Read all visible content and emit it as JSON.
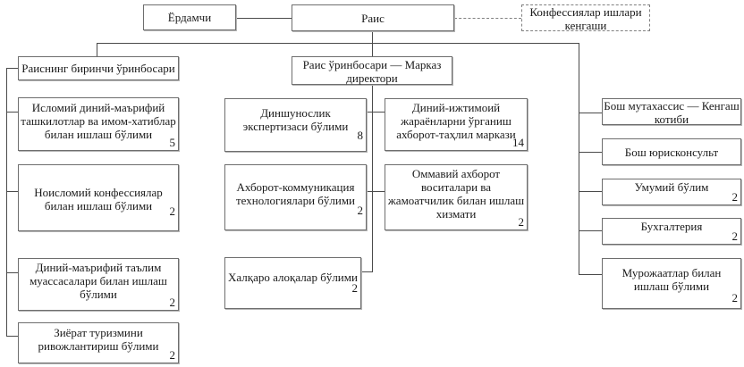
{
  "top": {
    "assistant": "Ёрдамчи",
    "chairman": "Раис",
    "council": "Конфессиялар ишлари\nкенгаши"
  },
  "deputies": {
    "first_deputy": "Раиснинг биринчи ўринбосари",
    "center_director": "Раис ўринбосари — Марказ\nдиректори"
  },
  "first_deputy_units": [
    {
      "name": "Исломий диний-маърифий\nташкилотлар ва имом-хатиблар\nбилан ишлаш бўлими",
      "staff": "5"
    },
    {
      "name": "Ноисломий конфессиялар\nбилан ишлаш бўлими",
      "staff": "2"
    },
    {
      "name": "Диний-маърифий таълим\nмуассасалари билан ишлаш\nбўлими",
      "staff": "2"
    },
    {
      "name": "Зиёрат туризмини\nривожлантириш бўлими",
      "staff": "2"
    }
  ],
  "center_units_left": [
    {
      "name": "Диншунослик\nэкспертизаси бўлими",
      "staff": "8"
    },
    {
      "name": "Ахборот-коммуникация\nтехнологиялари бўлими",
      "staff": "2"
    },
    {
      "name": "Халқаро алоқалар бўлими",
      "staff": "2"
    }
  ],
  "center_units_right": [
    {
      "name": "Диний-ижтимоий\nжараёнларни ўрганиш\nахборот-таҳлил маркази",
      "staff": "14"
    },
    {
      "name": "Оммавий ахборот\nвоситалари ва\nжамоатчилик билан ишлаш\nхизмати",
      "staff": "2"
    }
  ],
  "chairman_units": [
    {
      "name": "Бош мутахассис — Кенгаш\nкотиби",
      "staff": null
    },
    {
      "name": "Бош юрисконсульт",
      "staff": null
    },
    {
      "name": "Умумий бўлим",
      "staff": "2"
    },
    {
      "name": "Бухгалтерия",
      "staff": "2"
    },
    {
      "name": "Мурожаатлар билан\nишлаш бўлими",
      "staff": "2"
    }
  ]
}
